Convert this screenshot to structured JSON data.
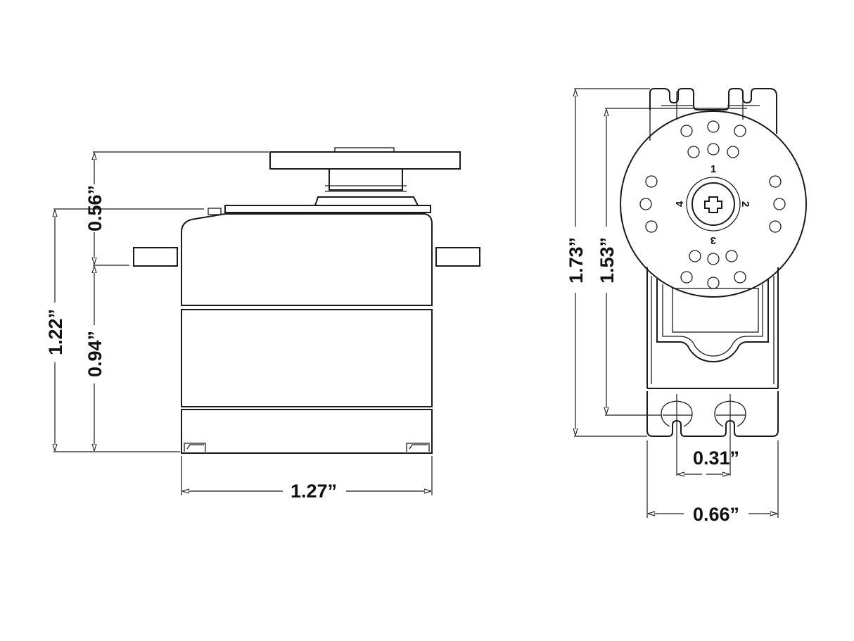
{
  "side_view": {
    "dimensions": {
      "horn_height": "0.56”",
      "total_height": "1.22”",
      "body_height": "0.94”",
      "length": "1.27”"
    }
  },
  "front_view": {
    "dimensions": {
      "total_height": "1.73”",
      "mount_height": "1.53”",
      "hole_spacing": "0.31”",
      "width": "0.66”"
    },
    "horn_numbers": [
      "1",
      "2",
      "3",
      "4"
    ]
  }
}
